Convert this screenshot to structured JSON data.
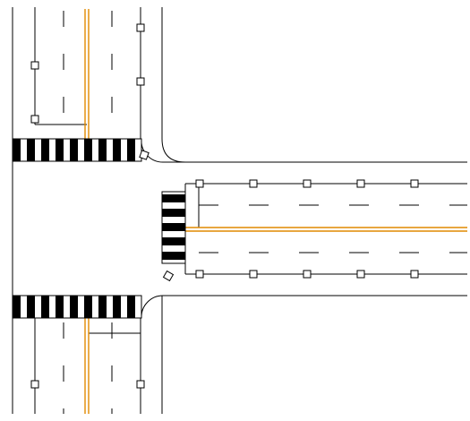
{
  "diagram": {
    "type": "road-intersection-plan",
    "layout": "T-junction",
    "colors": {
      "background": "#ffffff",
      "line": "#000000",
      "center_line": "#e08a00",
      "crosswalk": "#000000",
      "marker_fill": "#ffffff"
    },
    "elements": {
      "roads": [
        "north-road",
        "south-road",
        "east-road"
      ],
      "lane_markings": [
        "double-yellow-center-line",
        "dashed-lane-line",
        "edge-line",
        "stop-line"
      ],
      "crosswalks": [
        "crosswalk-north",
        "crosswalk-south",
        "crosswalk-east"
      ],
      "markers": [
        "post-marker"
      ]
    }
  }
}
